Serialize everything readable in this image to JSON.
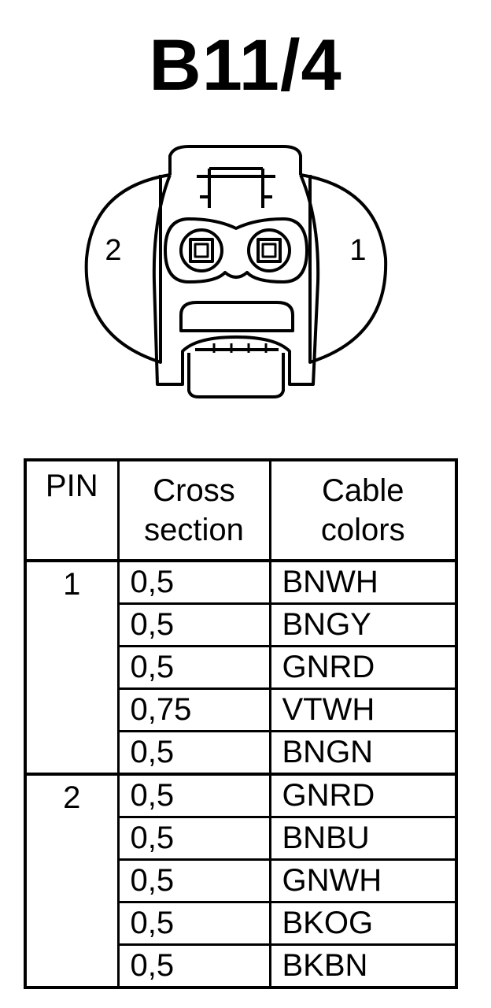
{
  "title": "B11/4",
  "connector": {
    "pin_labels": [
      "2",
      "1"
    ]
  },
  "table": {
    "headers": {
      "pin": "PIN",
      "cross_section": [
        "Cross",
        "section"
      ],
      "cable_colors": [
        "Cable",
        "colors"
      ]
    },
    "groups": [
      {
        "pin": "1",
        "rows": [
          {
            "cross_section": "0,5",
            "color": "BNWH"
          },
          {
            "cross_section": "0,5",
            "color": "BNGY"
          },
          {
            "cross_section": "0,5",
            "color": "GNRD"
          },
          {
            "cross_section": "0,75",
            "color": "VTWH"
          },
          {
            "cross_section": "0,5",
            "color": "BNGN"
          }
        ]
      },
      {
        "pin": "2",
        "rows": [
          {
            "cross_section": "0,5",
            "color": "GNRD"
          },
          {
            "cross_section": "0,5",
            "color": "BNBU"
          },
          {
            "cross_section": "0,5",
            "color": "GNWH"
          },
          {
            "cross_section": "0,5",
            "color": "BKOG"
          },
          {
            "cross_section": "0,5",
            "color": "BKBN"
          }
        ]
      }
    ]
  }
}
